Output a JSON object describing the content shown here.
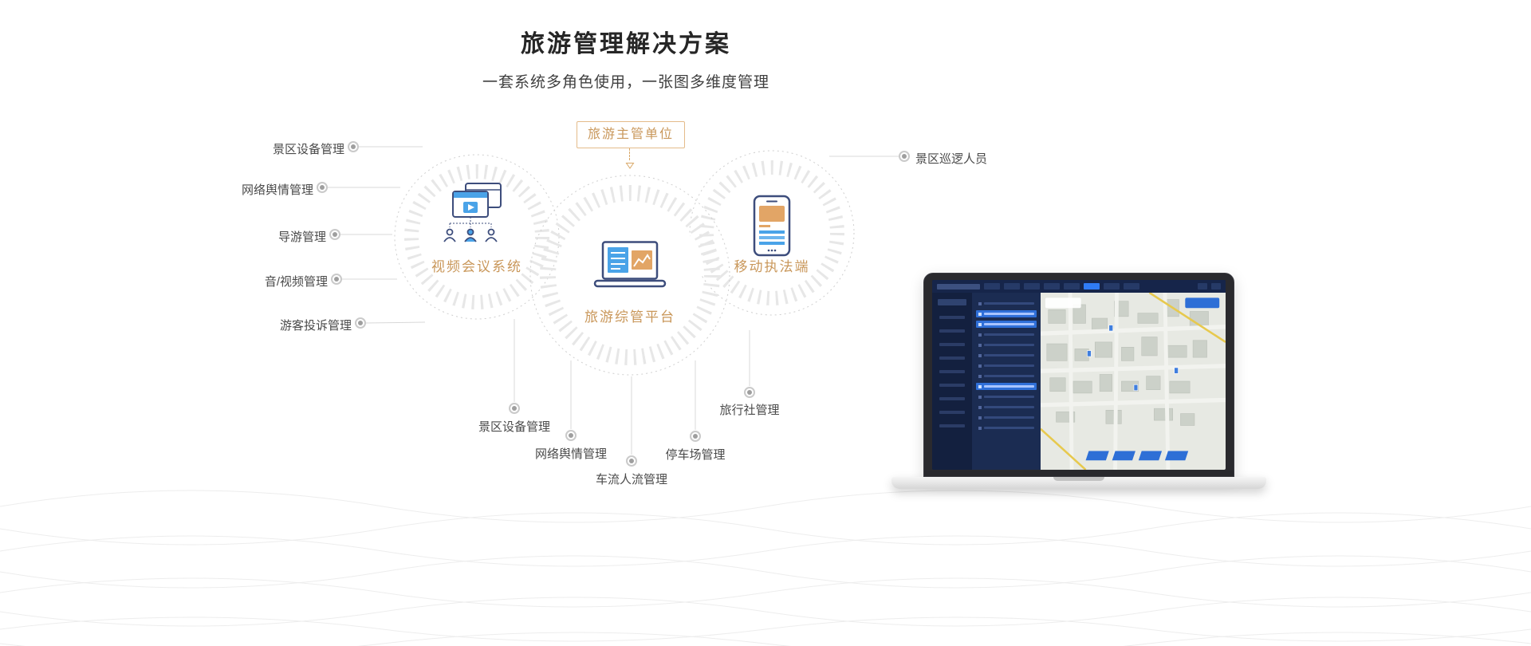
{
  "header": {
    "title": "旅游管理解决方案",
    "subtitle": "一套系统多角色使用，一张图多维度管理"
  },
  "diagram": {
    "authority": "旅游主管单位",
    "nodes": {
      "video": "视频会议系统",
      "platform": "旅游综管平台",
      "mobile": "移动执法端"
    },
    "left_labels": [
      "景区设备管理",
      "网络舆情管理",
      "导游管理",
      "音/视频管理",
      "游客投诉管理"
    ],
    "right_labels": [
      "景区巡逻人员"
    ],
    "bottom_labels": [
      "景区设备管理",
      "网络舆情管理",
      "车流人流管理",
      "停车场管理",
      "旅行社管理"
    ]
  },
  "icons": {
    "video_conference": "video-conference-icon",
    "platform_laptop": "laptop-dashboard-icon",
    "mobile_phone": "mobile-phone-icon"
  },
  "colors": {
    "accent_orange": "#c9975a",
    "authority_border": "#e4bb8a",
    "icon_navy": "#3d4d7c",
    "icon_blue": "#4aa3e8",
    "icon_orange": "#e2a566",
    "ring_gray": "#e7e7e7",
    "line_gray": "#d8d8d8",
    "dashboard_navy": "#16254a",
    "dashboard_highlight": "#2f7bf5",
    "map_bg": "#e7e9e3"
  }
}
